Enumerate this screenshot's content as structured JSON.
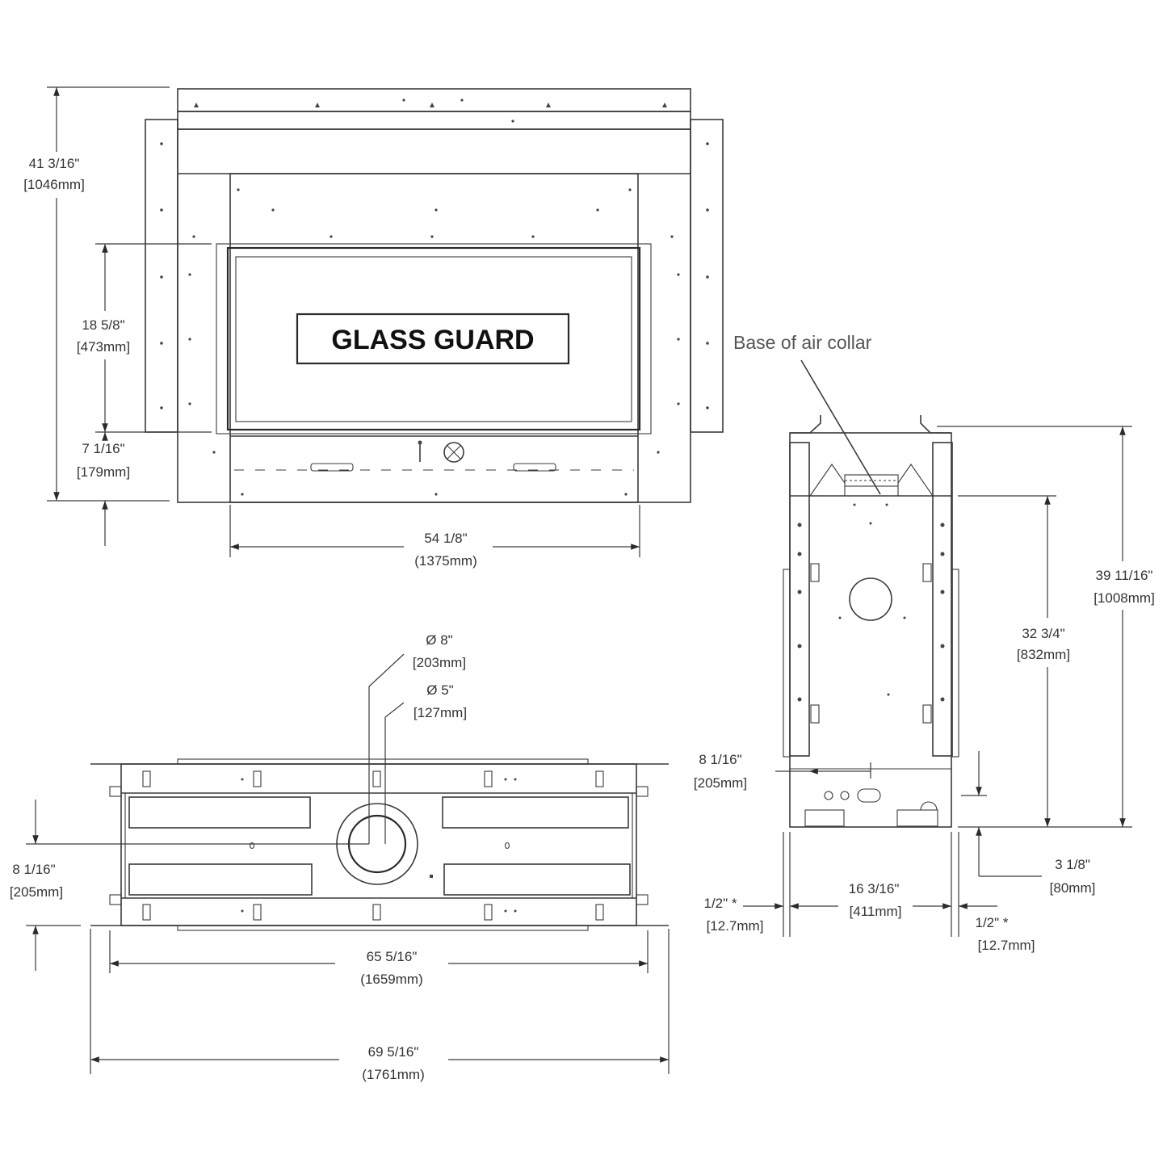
{
  "front_view": {
    "glass_label": "GLASS GUARD",
    "height_total": {
      "inch": "41 3/16\"",
      "mm": "[1046mm]"
    },
    "glass_height": {
      "inch": "18 5/8\"",
      "mm": "[473mm]"
    },
    "bottom_height": {
      "inch": "7 1/16\"",
      "mm": "[179mm]"
    },
    "opening_width": {
      "inch": "54 1/8\"",
      "mm": "(1375mm)"
    }
  },
  "side_view": {
    "air_collar_note": "Base of air collar",
    "total_height": {
      "inch": "39 11/16\"",
      "mm": "[1008mm]"
    },
    "collar_height": {
      "inch": "32 3/4\"",
      "mm": "[832mm]"
    },
    "depth_offset": {
      "inch": "8 1/16\"",
      "mm": "[205mm]"
    },
    "bottom_offset": {
      "inch": "3 1/8\"",
      "mm": "[80mm]"
    },
    "inner_width": {
      "inch": "16 3/16\"",
      "mm": "[411mm]"
    },
    "left_clearance": {
      "inch": "1/2\" *",
      "mm": "[12.7mm]"
    },
    "right_clearance": {
      "inch": "1/2\" *",
      "mm": "[12.7mm]"
    }
  },
  "top_view": {
    "outer_diameter": {
      "inch": "Ø 8\"",
      "mm": "[203mm]"
    },
    "inner_diameter": {
      "inch": "Ø 5\"",
      "mm": "[127mm]"
    },
    "depth_to_center": {
      "inch": "8 1/16\"",
      "mm": "[205mm]"
    },
    "body_width": {
      "inch": "65 5/16\"",
      "mm": "(1659mm)"
    },
    "overall_width": {
      "inch": "69 5/16\"",
      "mm": "(1761mm)"
    }
  }
}
